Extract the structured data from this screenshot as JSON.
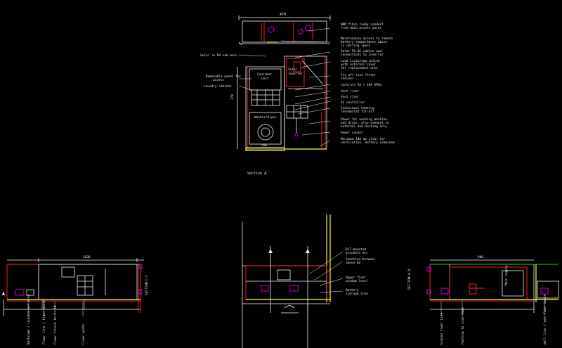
{
  "colors": {
    "background": "#000000",
    "linework": "#f2f2f2",
    "wall": "#ff2a2a",
    "accent_magenta": "#e000e0",
    "accent_yellow": "#ffff40",
    "accent_green": "#30ff30"
  },
  "elevation": {
    "overall_dim": "470",
    "caption": "Section A",
    "left_dim": "370",
    "consumer_unit": "Consumer\nunit",
    "solar_inverter": "Solar\ninverter",
    "appliance_label": "Washer/dryer",
    "base_label": "150",
    "left_notes": [
      "Solar in PV sub main",
      "Removable panel for\naccess",
      "Laundry cabinet"
    ],
    "right_notes": [
      "NBN fibre ready conduit\nfrom data access point",
      "Maintenance access to remote\nbattery compartment above\nin ceiling space",
      "Solar PV DC cables and\nconnections to inverter",
      "Load isolating switch\nwith external cover\nfor replacement unit",
      "Fit off line fitter\nshelves",
      "Controls 5A / 10A GPOs",
      "Vent riser",
      "Vent riser",
      "AC controller",
      "Individual heating\nthermostat fit-off",
      "Power for washing machine\nand dryer, also exhaust to\nexternal and ducting only",
      "Power socket",
      "Minimum 100 mm clear for\nventilation, battery combined"
    ]
  },
  "section_left": {
    "top_dim": "1630",
    "caption": "SECTION C-C",
    "notes": [
      "Bathroom / Laundry\nwet area, screed",
      "Floor line / floor waste",
      "Floor finish to 1. 10",
      "Floor waste"
    ]
  },
  "section_mid": {
    "notes": [
      "BLT mounted\nbrackets etc",
      "Junction between\nabove 4m",
      "Upper floor\nwindow level",
      "Battery\nstorage area"
    ]
  },
  "section_right": {
    "top_dim": "800",
    "caption": "SECTION B-B",
    "inner_label": "Main\nsupply",
    "notes": [
      "Ground floor\nline",
      "Footing to\nslab edge",
      "Wall line / wet\nfloor waste"
    ]
  }
}
